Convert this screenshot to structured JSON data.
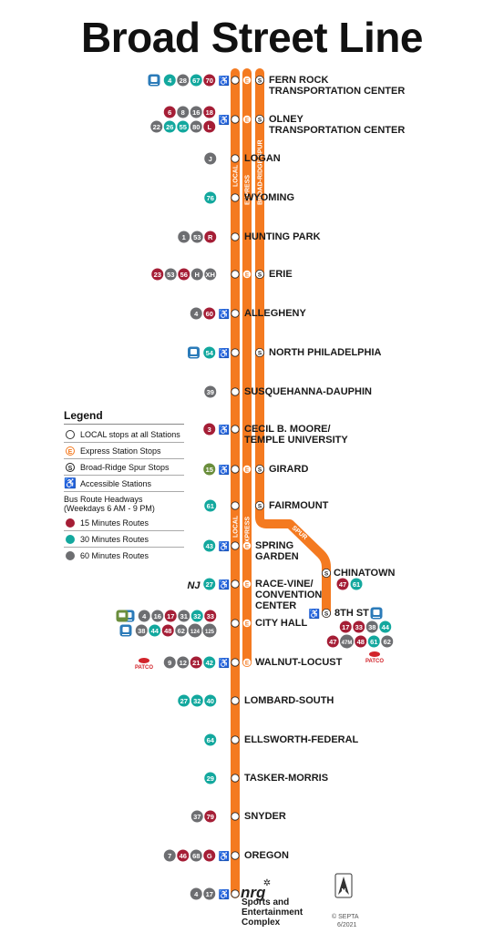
{
  "title": "Broad Street Line",
  "colors": {
    "line": "#f47a20",
    "red": "#a51e36",
    "teal": "#13a89e",
    "grey": "#6d6e71",
    "green": "#6a8e3c",
    "blue": "#2b7bb9"
  },
  "line_labels": {
    "local": "LOCAL",
    "express": "EXPRESS",
    "spur": "BROAD-RIDGE SPUR",
    "spur_short": "SPUR"
  },
  "stations": [
    {
      "name": [
        "FERN ROCK",
        "TRANSPORTATION CENTER"
      ],
      "routes": [
        [
          "4",
          "teal"
        ],
        [
          "28",
          "grey"
        ],
        [
          "67",
          "teal"
        ],
        [
          "70",
          "red"
        ]
      ],
      "icons": [
        "regional-rail-icon"
      ],
      "accessible": true,
      "express": true,
      "spur": true
    },
    {
      "name": [
        "OLNEY",
        "TRANSPORTATION CENTER"
      ],
      "routes": [
        [
          "6",
          "red"
        ],
        [
          "8",
          "grey"
        ],
        [
          "16",
          "grey"
        ],
        [
          "18",
          "red"
        ],
        [
          "22",
          "grey"
        ],
        [
          "26",
          "teal"
        ],
        [
          "55",
          "teal"
        ],
        [
          "80",
          "grey"
        ],
        [
          "L",
          "red"
        ]
      ],
      "icons": [],
      "accessible": true,
      "express": true,
      "spur": true
    },
    {
      "name": [
        "LOGAN"
      ],
      "routes": [
        [
          "J",
          "grey"
        ]
      ],
      "icons": [],
      "accessible": false,
      "express": false,
      "spur": false
    },
    {
      "name": [
        "WYOMING"
      ],
      "routes": [
        [
          "76",
          "teal"
        ]
      ],
      "icons": [],
      "accessible": false,
      "express": false,
      "spur": false
    },
    {
      "name": [
        "HUNTING PARK"
      ],
      "routes": [
        [
          "1",
          "grey"
        ],
        [
          "53",
          "grey"
        ],
        [
          "R",
          "red"
        ]
      ],
      "icons": [],
      "accessible": false,
      "express": false,
      "spur": false
    },
    {
      "name": [
        "ERIE"
      ],
      "routes": [
        [
          "23",
          "red"
        ],
        [
          "53",
          "grey"
        ],
        [
          "56",
          "red"
        ],
        [
          "H",
          "grey"
        ],
        [
          "XH",
          "grey"
        ]
      ],
      "icons": [],
      "accessible": false,
      "express": true,
      "spur": true
    },
    {
      "name": [
        "ALLEGHENY"
      ],
      "routes": [
        [
          "4",
          "grey"
        ],
        [
          "60",
          "red"
        ]
      ],
      "icons": [],
      "accessible": true,
      "express": false,
      "spur": false
    },
    {
      "name": [
        "NORTH PHILADELPHIA"
      ],
      "routes": [
        [
          "54",
          "teal"
        ]
      ],
      "icons": [
        "regional-rail-icon"
      ],
      "accessible": true,
      "express": false,
      "spur": true
    },
    {
      "name": [
        "SUSQUEHANNA-DAUPHIN"
      ],
      "routes": [
        [
          "39",
          "grey"
        ]
      ],
      "icons": [],
      "accessible": false,
      "express": false,
      "spur": false
    },
    {
      "name": [
        "CECIL B. MOORE/",
        "TEMPLE UNIVERSITY"
      ],
      "routes": [
        [
          "3",
          "red"
        ]
      ],
      "icons": [],
      "accessible": true,
      "express": false,
      "spur": false
    },
    {
      "name": [
        "GIRARD"
      ],
      "routes": [
        [
          "15",
          "green"
        ]
      ],
      "icons": [],
      "accessible": true,
      "express": true,
      "spur": true
    },
    {
      "name": [
        "FAIRMOUNT"
      ],
      "routes": [
        [
          "61",
          "teal"
        ]
      ],
      "icons": [],
      "accessible": false,
      "express": false,
      "spur": true
    },
    {
      "name": [
        "SPRING",
        "GARDEN"
      ],
      "routes": [
        [
          "43",
          "teal"
        ]
      ],
      "icons": [],
      "accessible": true,
      "express": true,
      "spur": false
    },
    {
      "name": [
        "RACE-VINE/",
        "CONVENTION",
        "CENTER"
      ],
      "routes": [
        [
          "27",
          "teal"
        ]
      ],
      "icons": [
        "nj-transit-icon"
      ],
      "accessible": true,
      "express": true,
      "spur": false
    },
    {
      "name": [
        "CITY HALL"
      ],
      "routes": [
        [
          "4",
          "grey"
        ],
        [
          "16",
          "grey"
        ],
        [
          "17",
          "red"
        ],
        [
          "31",
          "grey"
        ],
        [
          "32",
          "teal"
        ],
        [
          "33",
          "red"
        ],
        [
          "38",
          "grey"
        ],
        [
          "44",
          "teal"
        ],
        [
          "48",
          "red"
        ],
        [
          "62",
          "grey"
        ],
        [
          "124",
          "grey"
        ],
        [
          "125",
          "grey"
        ]
      ],
      "icons": [
        "regional-rail-icon",
        "trolley-icon",
        "market-frankford-icon"
      ],
      "accessible": false,
      "express": true,
      "spur": false
    },
    {
      "name": [
        "WALNUT-LOCUST"
      ],
      "routes": [
        [
          "9",
          "grey"
        ],
        [
          "12",
          "grey"
        ],
        [
          "21",
          "red"
        ],
        [
          "42",
          "teal"
        ]
      ],
      "icons": [
        "patco-logo"
      ],
      "accessible": true,
      "express": true,
      "spur": false
    },
    {
      "name": [
        "LOMBARD-SOUTH"
      ],
      "routes": [
        [
          "27",
          "teal"
        ],
        [
          "32",
          "teal"
        ],
        [
          "40",
          "teal"
        ]
      ],
      "icons": [],
      "accessible": false,
      "express": false,
      "spur": false
    },
    {
      "name": [
        "ELLSWORTH-FEDERAL"
      ],
      "routes": [
        [
          "64",
          "teal"
        ]
      ],
      "icons": [],
      "accessible": false,
      "express": false,
      "spur": false
    },
    {
      "name": [
        "TASKER-MORRIS"
      ],
      "routes": [
        [
          "29",
          "teal"
        ]
      ],
      "icons": [],
      "accessible": false,
      "express": false,
      "spur": false
    },
    {
      "name": [
        "SNYDER"
      ],
      "routes": [
        [
          "37",
          "grey"
        ],
        [
          "79",
          "red"
        ]
      ],
      "icons": [],
      "accessible": false,
      "express": false,
      "spur": false
    },
    {
      "name": [
        "OREGON"
      ],
      "routes": [
        [
          "7",
          "grey"
        ],
        [
          "46",
          "red"
        ],
        [
          "68",
          "grey"
        ],
        [
          "G",
          "red"
        ]
      ],
      "icons": [],
      "accessible": true,
      "express": false,
      "spur": false
    },
    {
      "name": [
        "Sports and",
        "Entertainment",
        "Complex"
      ],
      "routes": [
        [
          "4",
          "grey"
        ],
        [
          "17",
          "grey"
        ]
      ],
      "icons": [
        "nrg-logo"
      ],
      "accessible": true,
      "express": false,
      "spur": false
    }
  ],
  "spur_stations": [
    {
      "name": [
        "CHINATOWN"
      ],
      "routes": [
        [
          "47",
          "red"
        ],
        [
          "61",
          "teal"
        ]
      ]
    },
    {
      "name": [
        "8TH ST"
      ],
      "routes": [
        [
          "17",
          "red"
        ],
        [
          "33",
          "red"
        ],
        [
          "38",
          "grey"
        ],
        [
          "44",
          "teal"
        ],
        [
          "47",
          "red"
        ],
        [
          "47M",
          "grey"
        ],
        [
          "48",
          "red"
        ],
        [
          "61",
          "teal"
        ],
        [
          "62",
          "grey"
        ]
      ],
      "icons": [
        "patco-logo",
        "market-frankford-icon"
      ],
      "accessible": true
    }
  ],
  "legend": {
    "title": "Legend",
    "items": [
      {
        "symbol": "open-circle",
        "text": "LOCAL stops at all Stations"
      },
      {
        "symbol": "express-E",
        "text": "Express Station Stops"
      },
      {
        "symbol": "spur-S",
        "text": "Broad-Ridge Spur Stops"
      },
      {
        "symbol": "accessible",
        "text": "Accessible Stations"
      }
    ],
    "headway_title": "Bus Route Headways",
    "headway_sub": "(Weekdays 6 AM - 9 PM)",
    "headways": [
      {
        "color": "red",
        "text": "15 Minutes Routes"
      },
      {
        "color": "teal",
        "text": "30 Minutes Routes"
      },
      {
        "color": "grey",
        "text": "60 Minutes Routes"
      }
    ]
  },
  "nrg": "nrg",
  "patco": "PATCO",
  "copyright": "© SEPTA",
  "date": "6/2021",
  "north": "N"
}
